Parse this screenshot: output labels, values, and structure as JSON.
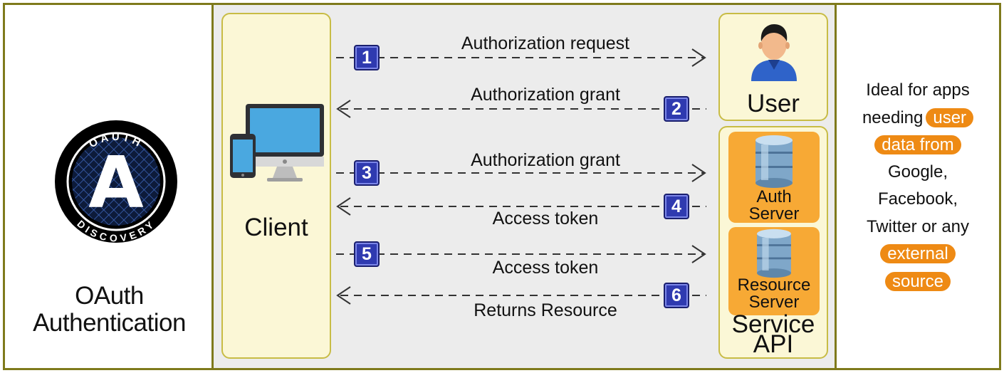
{
  "left": {
    "logo_top_text": "OAUTH",
    "logo_bottom_text": "DISCOVERY",
    "logo_letter": "A",
    "title_line1": "OAuth",
    "title_line2": "Authentication"
  },
  "client": {
    "label": "Client"
  },
  "user": {
    "label": "User"
  },
  "service": {
    "label_line1": "Service",
    "label_line2": "API",
    "auth_server_line1": "Auth",
    "auth_server_line2": "Server",
    "resource_server_line1": "Resource",
    "resource_server_line2": "Server"
  },
  "steps": [
    {
      "num": "1",
      "label": "Authorization request"
    },
    {
      "num": "2",
      "label": "Authorization grant"
    },
    {
      "num": "3",
      "label": "Authorization grant"
    },
    {
      "num": "4",
      "label": "Access token"
    },
    {
      "num": "5",
      "label": "Access token"
    },
    {
      "num": "6",
      "label": "Returns Resource"
    }
  ],
  "right": {
    "line1": "Ideal for apps",
    "line2_plain": "needing",
    "line2_hl": "user",
    "line3_hl": "data from",
    "line4": "Google,",
    "line5": "Facebook,",
    "line6": "Twitter or any",
    "line7_hl": "external",
    "line8_hl": "source"
  },
  "colors": {
    "border": "#7f7a1c",
    "box_border": "#c8bc45",
    "box_fill": "#fbf7d6",
    "badge": "#2f3ab0",
    "server_card": "#f7a935",
    "highlight": "#ee8a14"
  },
  "icons": [
    "oauth-logo-icon",
    "computer-devices-icon",
    "user-avatar-icon",
    "database-icon"
  ]
}
